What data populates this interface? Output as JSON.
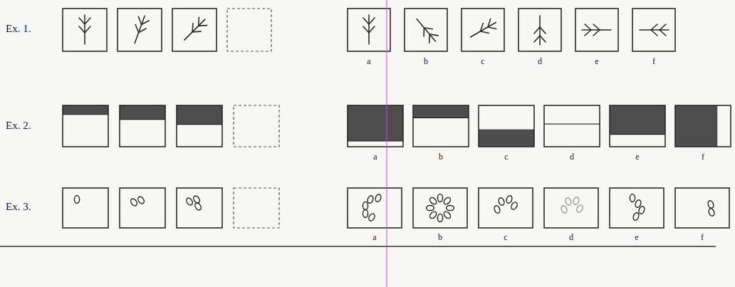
{
  "diagram": {
    "labels": [
      "Ex. 1.",
      "a",
      "b",
      "c",
      "d",
      "e",
      "f",
      "Ex. 2.",
      "a",
      "b",
      "c",
      "d",
      "e",
      "f",
      "Ex. 3.",
      "a",
      "b",
      "c",
      "d",
      "e",
      "f"
    ]
  }
}
